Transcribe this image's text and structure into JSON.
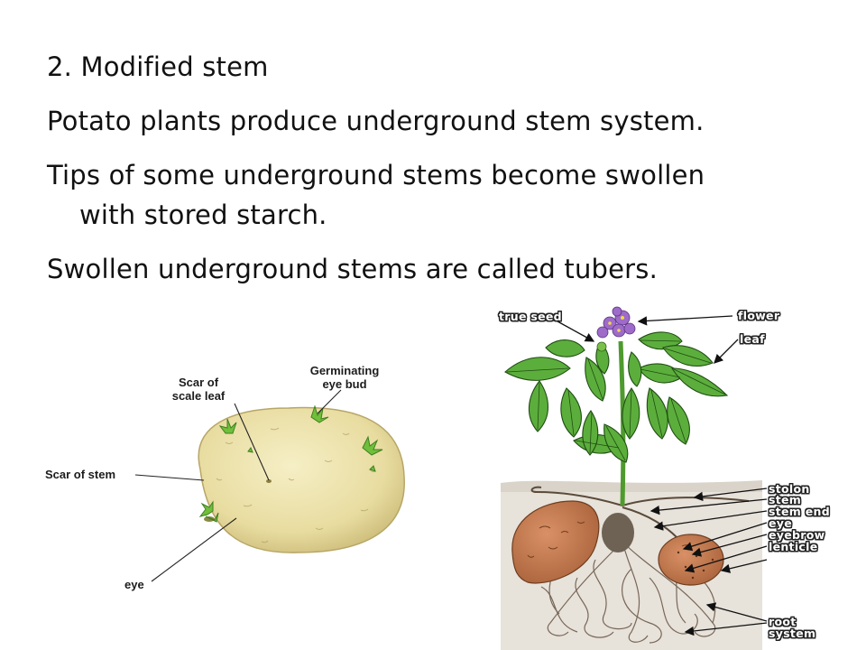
{
  "slide": {
    "heading": "2. Modified stem",
    "bullets": [
      "Potato plants produce underground stem system.",
      "Tips of some underground stems become swollen",
      "with stored starch.",
      "Swollen underground stems are called tubers."
    ]
  },
  "tuber_diagram": {
    "labels": {
      "scar_scale_leaf_1": "Scar of",
      "scar_scale_leaf_2": "scale leaf",
      "germinating_1": "Germinating",
      "germinating_2": "eye bud",
      "scar_of_stem": "Scar of stem",
      "eye": "eye"
    }
  },
  "plant_diagram": {
    "labels": {
      "true_seed": "true seed",
      "flower": "flower",
      "leaf": "leaf",
      "stolon": "stolon",
      "stem": "stem",
      "stem_end": "stem end",
      "eye": "eye",
      "eyebrow": "eyebrow",
      "lenticle": "lenticle",
      "root": "root",
      "system": "system"
    }
  },
  "colors": {
    "potato_skin": "#ece2a9",
    "leaf_green": "#5cae3c",
    "leaf_vein": "#1f4d12",
    "soil": "#e9e4dc",
    "tuber_brown": "#c47a4a",
    "flower_purple": "#9e6bc9"
  }
}
